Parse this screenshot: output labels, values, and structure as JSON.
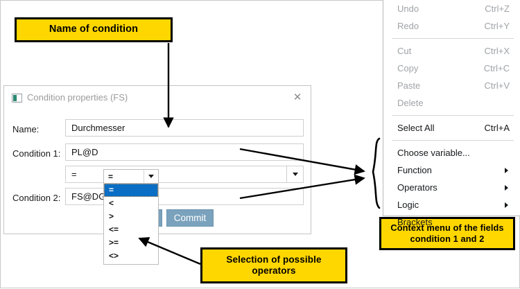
{
  "callouts": {
    "name_of_condition": "Name of condition",
    "selection_of_operators_line1": "Selection of possible",
    "selection_of_operators_line2": "operators",
    "context_menu_line1": "Context menu  of the fields",
    "context_menu_line2": "condition 1 and 2"
  },
  "dialog": {
    "title": "Condition properties (FS)",
    "close_label": "✕",
    "icon": "window-properties-icon",
    "fields": {
      "name": {
        "label": "Name:",
        "value": "Durchmesser"
      },
      "condition1": {
        "label": "Condition 1:",
        "value": "PL@D"
      },
      "condition2": {
        "label": "Condition 2:",
        "value": "FS@DG"
      }
    },
    "operator_combo": {
      "value": "=",
      "options": [
        "=",
        "<",
        ">",
        "<=",
        ">=",
        "<>"
      ]
    },
    "buttons": {
      "cancel_label": "",
      "commit_label": "Commit"
    }
  },
  "operator_dropdown": {
    "current": "=",
    "selected_index": 0,
    "items": [
      "=",
      "<",
      ">",
      "<=",
      ">=",
      "<>"
    ]
  },
  "context_menu": {
    "groups": [
      {
        "items": [
          {
            "label": "Undo",
            "accel": "Ctrl+Z",
            "enabled": false,
            "submenu": false
          },
          {
            "label": "Redo",
            "accel": "Ctrl+Y",
            "enabled": false,
            "submenu": false
          }
        ]
      },
      {
        "items": [
          {
            "label": "Cut",
            "accel": "Ctrl+X",
            "enabled": false,
            "submenu": false
          },
          {
            "label": "Copy",
            "accel": "Ctrl+C",
            "enabled": false,
            "submenu": false
          },
          {
            "label": "Paste",
            "accel": "Ctrl+V",
            "enabled": false,
            "submenu": false
          },
          {
            "label": "Delete",
            "accel": "",
            "enabled": false,
            "submenu": false
          }
        ]
      },
      {
        "items": [
          {
            "label": "Select All",
            "accel": "Ctrl+A",
            "enabled": true,
            "submenu": false
          }
        ]
      },
      {
        "items": [
          {
            "label": "Choose variable...",
            "accel": "",
            "enabled": true,
            "submenu": false
          },
          {
            "label": "Function",
            "accel": "",
            "enabled": true,
            "submenu": true
          },
          {
            "label": "Operators",
            "accel": "",
            "enabled": true,
            "submenu": true
          },
          {
            "label": "Logic",
            "accel": "",
            "enabled": true,
            "submenu": true
          },
          {
            "label": "Brackets",
            "accel": "",
            "enabled": true,
            "submenu": false
          }
        ]
      }
    ]
  },
  "colors": {
    "callout_fill": "#ffd700",
    "callout_border": "#000000",
    "dropdown_highlight": "#0a6ec4",
    "commit_button": "#7ba2bd",
    "menu_disabled_text": "#9fa3a7",
    "menu_enabled_text": "#14171a"
  }
}
